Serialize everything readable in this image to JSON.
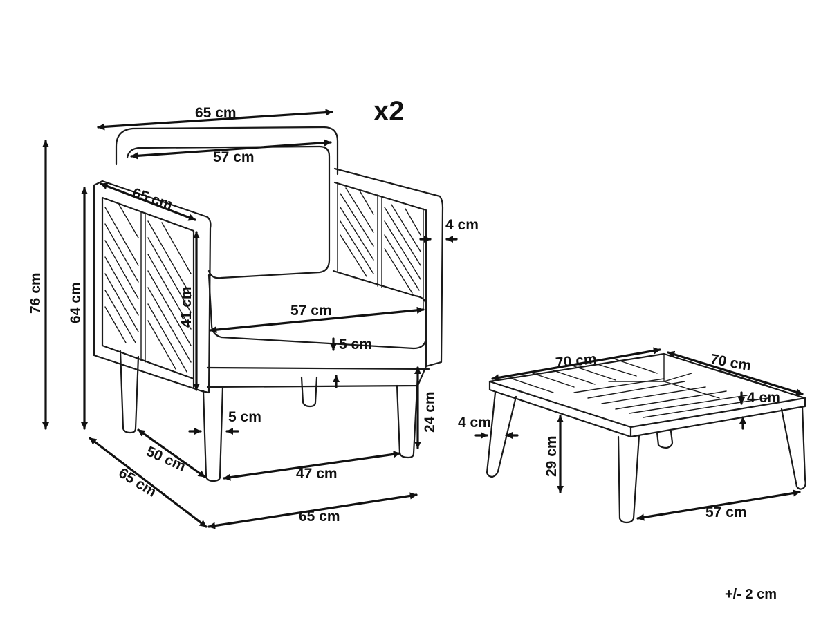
{
  "header": {
    "quantity": "x2"
  },
  "tolerance": "+/- 2 cm",
  "chair": {
    "outer_width": "65 cm",
    "backrest_width": "57 cm",
    "armrest_depth": "65 cm",
    "arm_thickness": "4 cm",
    "total_height": "76 cm",
    "arm_height": "64 cm",
    "seat_height": "41 cm",
    "seat_width": "57 cm",
    "cushion_clearance": "5 cm",
    "leg_thickness": "5 cm",
    "leg_height": "24 cm",
    "leg_depth": "50 cm",
    "base_depth": "65 cm",
    "leg_span": "47 cm",
    "base_width": "65 cm"
  },
  "table": {
    "width": "70 cm",
    "depth": "70 cm",
    "top_thickness": "4 cm",
    "leg_thickness": "4 cm",
    "leg_height": "29 cm",
    "leg_span": "57 cm"
  }
}
